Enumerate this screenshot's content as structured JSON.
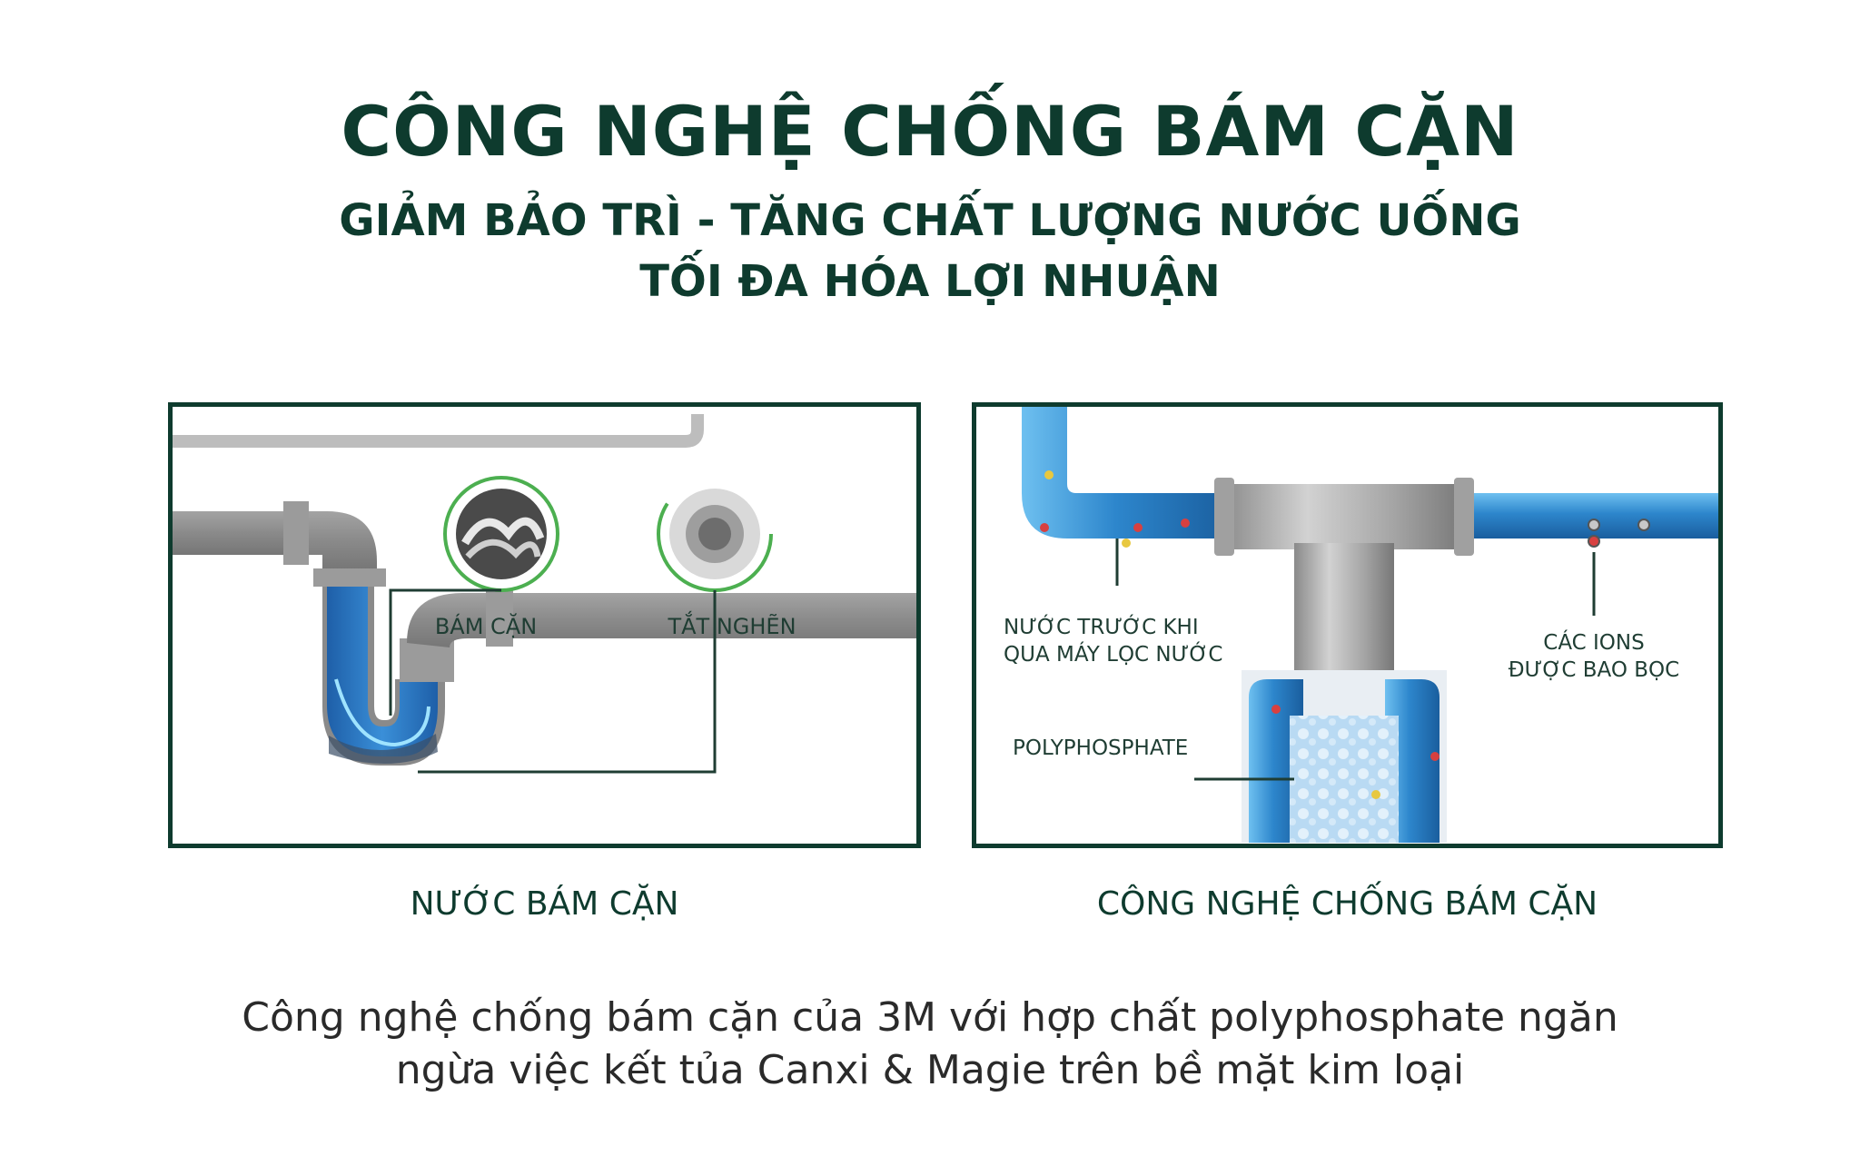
{
  "header": {
    "title": "CÔNG NGHỆ CHỐNG BÁM CẶN",
    "subtitle_line1": "GIẢM BẢO TRÌ -  TĂNG CHẤT LƯỢNG NƯỚC UỐNG",
    "subtitle_line2": "TỐI ĐA HÓA LỢI NHUẬN"
  },
  "left_panel": {
    "caption": "NƯỚC BÁM CẶN",
    "label_scale": "BÁM CẶN",
    "label_clog": "TẮT NGHẼN"
  },
  "right_panel": {
    "caption": "CÔNG NGHỆ CHỐNG BÁM CẶN",
    "label_water_line1": "NƯỚC TRƯỚC KHI",
    "label_water_line2": "QUA MÁY LỌC NƯỚC",
    "label_ions_line1": "CÁC IONS",
    "label_ions_line2": "ĐƯỢC BAO BỌC",
    "label_poly": "POLYPHOSPHATE"
  },
  "footer": {
    "line1": "Công nghệ chống bám cặn của 3M với hợp chất polyphosphate ngăn",
    "line2": "ngừa việc kết tủa Canxi & Magie trên bề mặt kim loại"
  },
  "colors": {
    "brand_green": "#0e3b2e",
    "pipe_gray": "#8e8e8e",
    "water_blue": "#2f7fc4",
    "accent_green": "#4caf50"
  }
}
